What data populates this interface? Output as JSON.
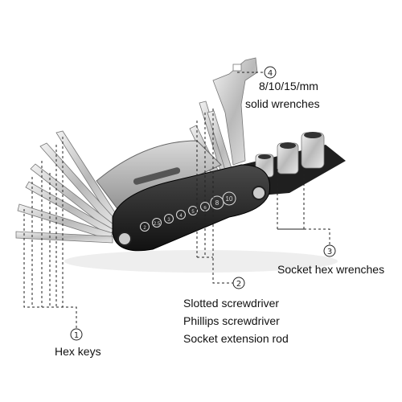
{
  "callouts": [
    {
      "number": "④",
      "lines": [
        "8/10/15/mm",
        "solid wrenches"
      ]
    },
    {
      "number": "③",
      "lines": [
        "Socket hex wrenches"
      ]
    },
    {
      "number": "②",
      "lines": [
        "Slotted screwdriver",
        "Phillips screwdriver",
        "Socket extension rod"
      ]
    },
    {
      "number": "①",
      "lines": [
        "Hex keys"
      ]
    }
  ],
  "handle_markings": [
    "2",
    "2.5",
    "3",
    "4",
    "5",
    "6",
    "8",
    "10"
  ]
}
